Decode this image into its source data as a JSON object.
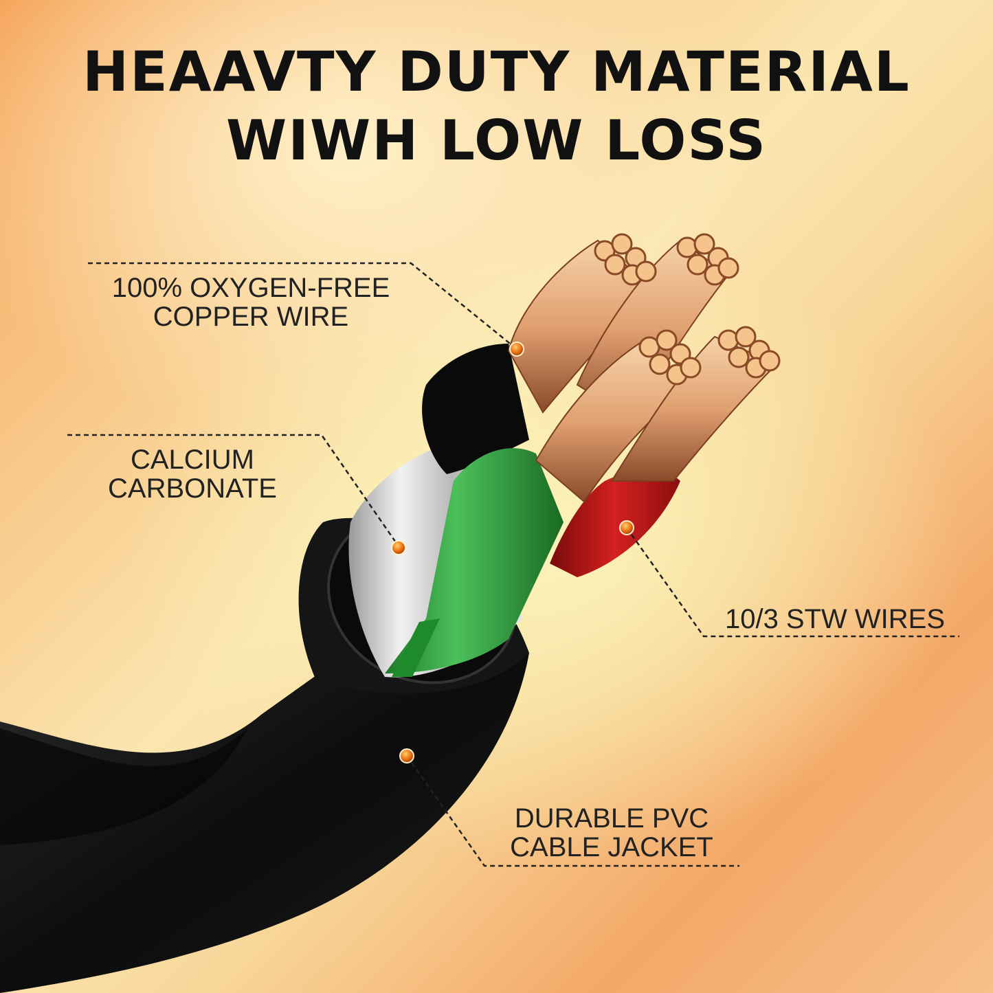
{
  "headline": {
    "line1": "HEAAVTY DUTY MATERIAL",
    "line2": "WIWH LOW LOSS"
  },
  "callouts": {
    "copper": {
      "line1": "100% OXYGEN-FREE",
      "line2": "COPPER WIRE"
    },
    "calcium": {
      "line1": "CALCIUM",
      "line2": "CARBONATE"
    },
    "stw": {
      "line1": "10/3 STW WIRES"
    },
    "jacket": {
      "line1": "DURABLE PVC",
      "line2": "CABLE JACKET"
    }
  },
  "colors": {
    "jacket": "#0f0f0f",
    "copper": "#c9784a",
    "green_wire": "#2a9a3a",
    "red_wire": "#b01818",
    "filler": "#d8d8d8",
    "marker": "#f07a1a"
  }
}
